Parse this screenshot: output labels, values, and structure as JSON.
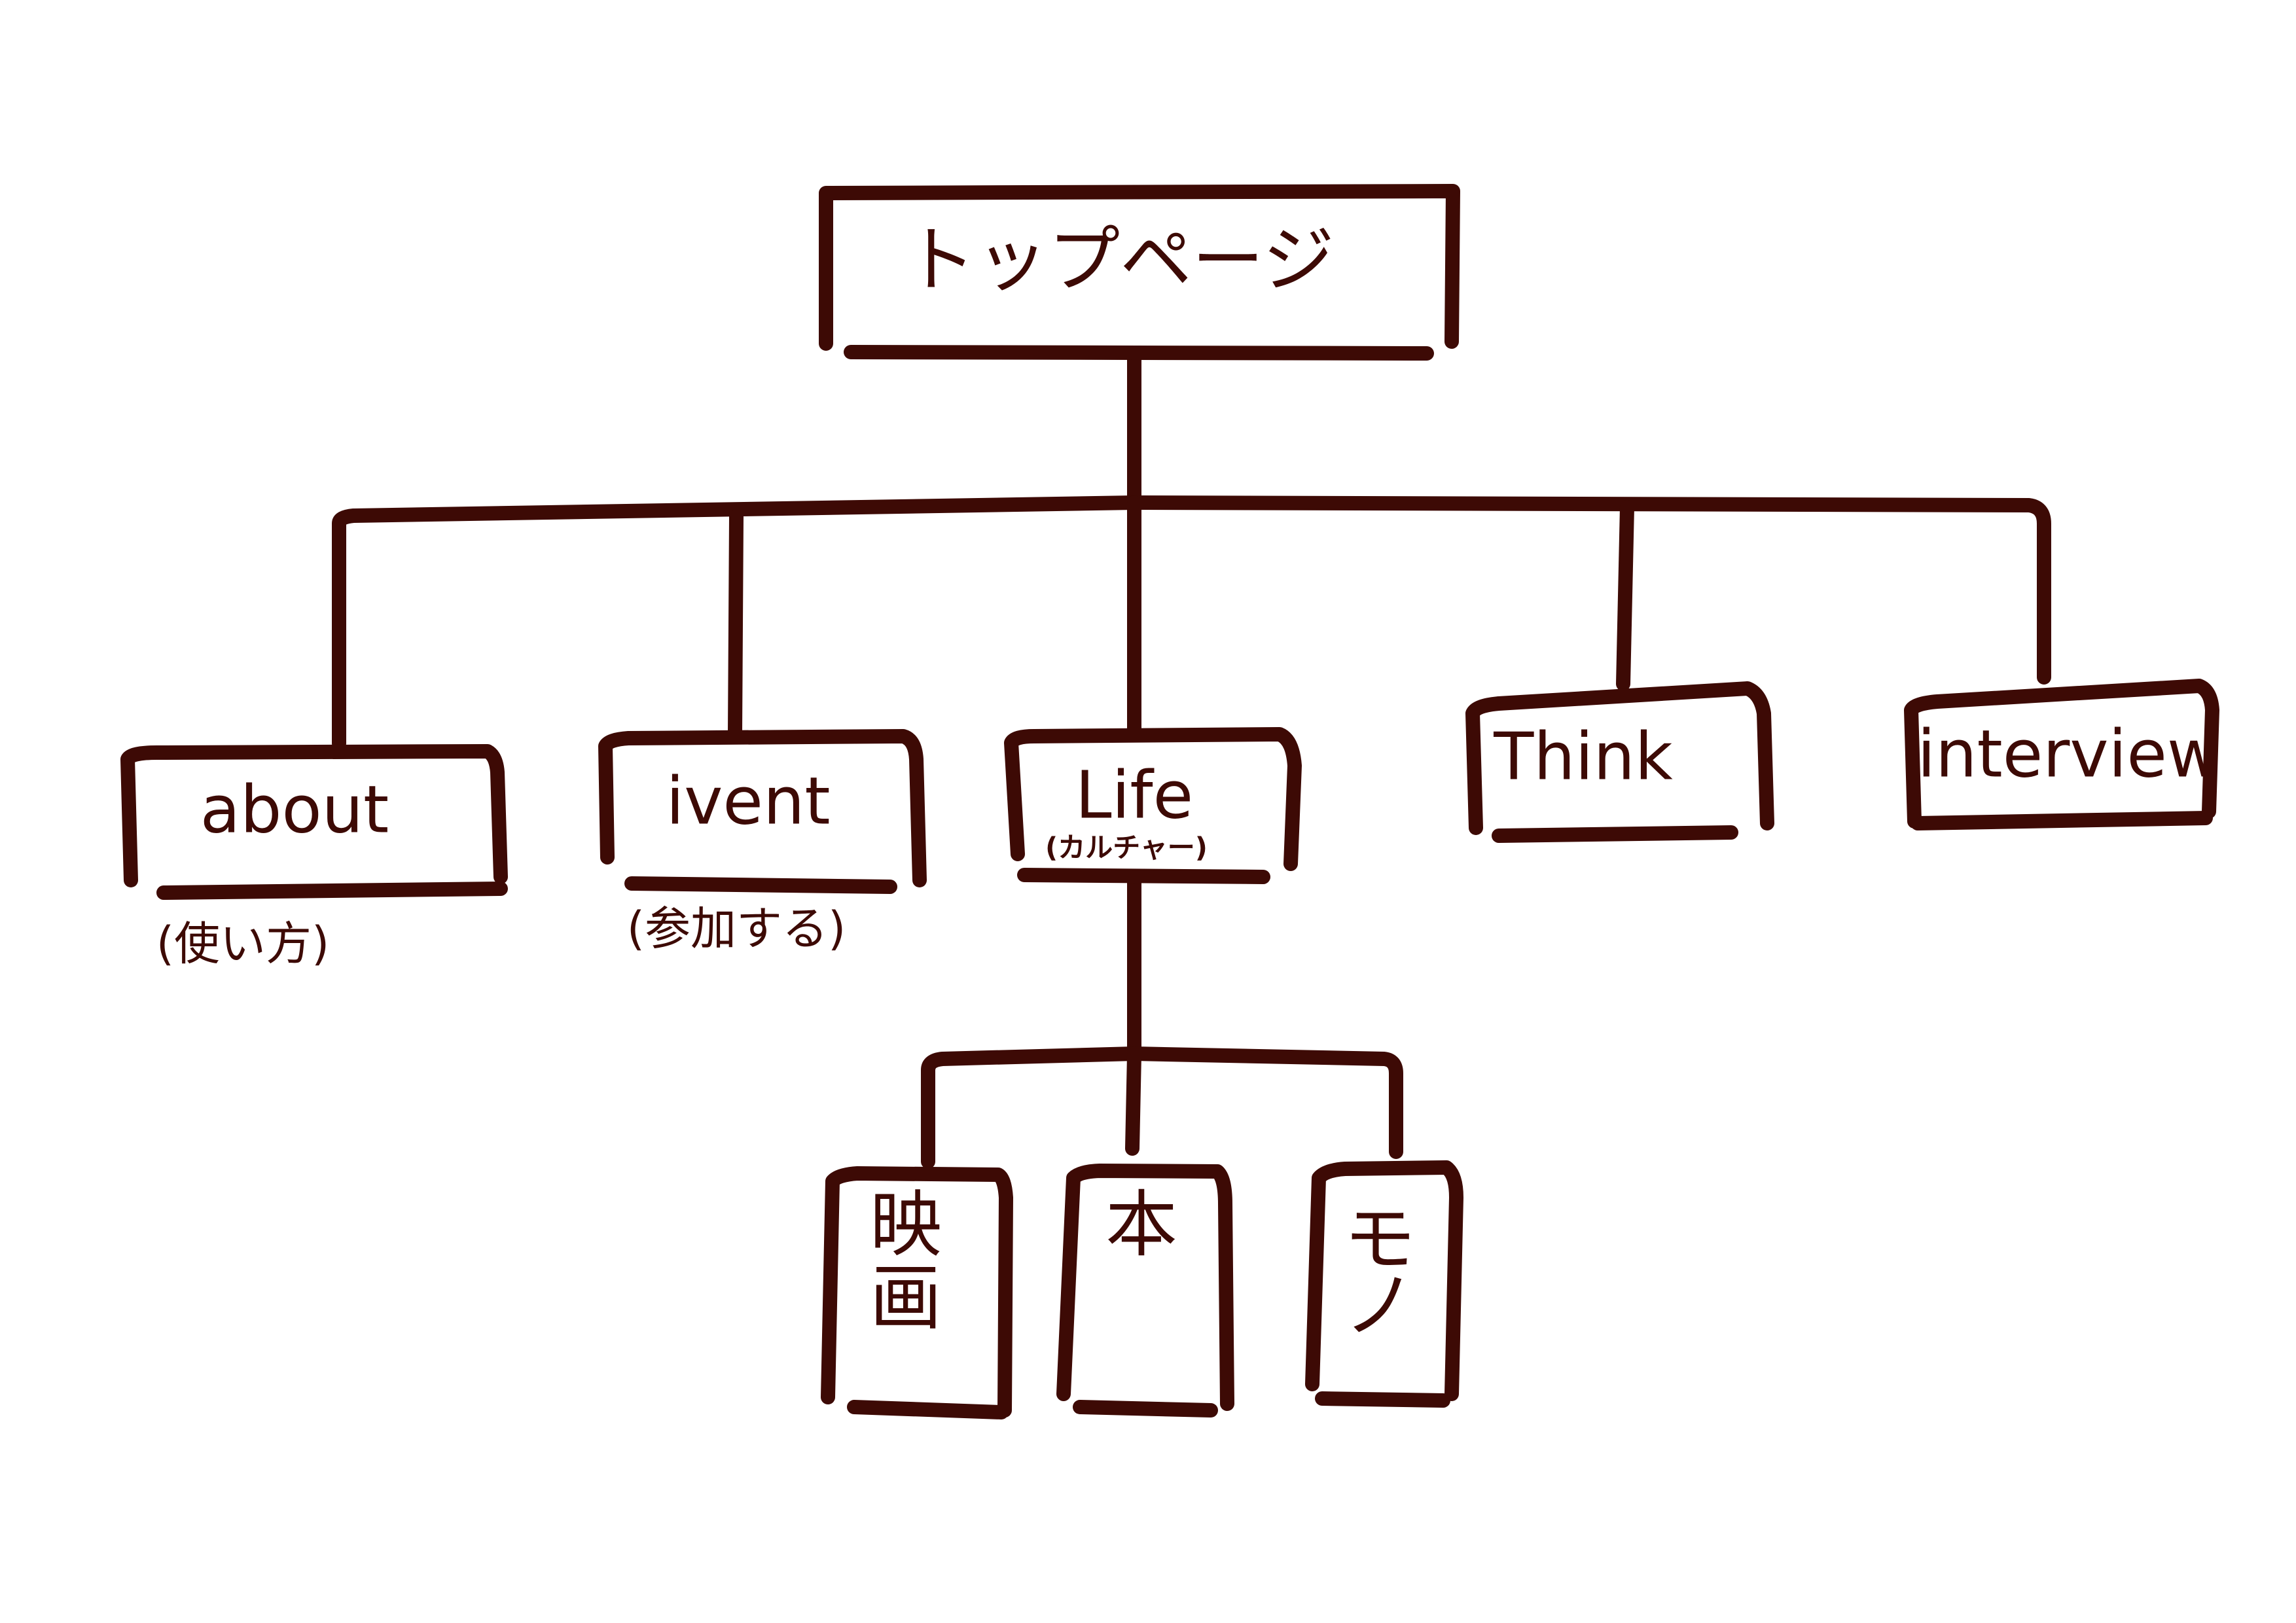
{
  "sitemap": {
    "root": {
      "label": "トップページ"
    },
    "sections": [
      {
        "label": "about",
        "note": "(使い方)"
      },
      {
        "label": "ivent",
        "note": "(参加する)"
      },
      {
        "label": "Life",
        "note": "(カルチャー)",
        "children": [
          {
            "label_line1": "映",
            "label_line2": "画"
          },
          {
            "label_line1": "本"
          },
          {
            "label_line1": "モ",
            "label_line2": "ノ"
          }
        ]
      },
      {
        "label": "Think"
      },
      {
        "label": "interview"
      }
    ]
  },
  "colors": {
    "ink": "#3d0a05",
    "paper": "#ffffff"
  }
}
